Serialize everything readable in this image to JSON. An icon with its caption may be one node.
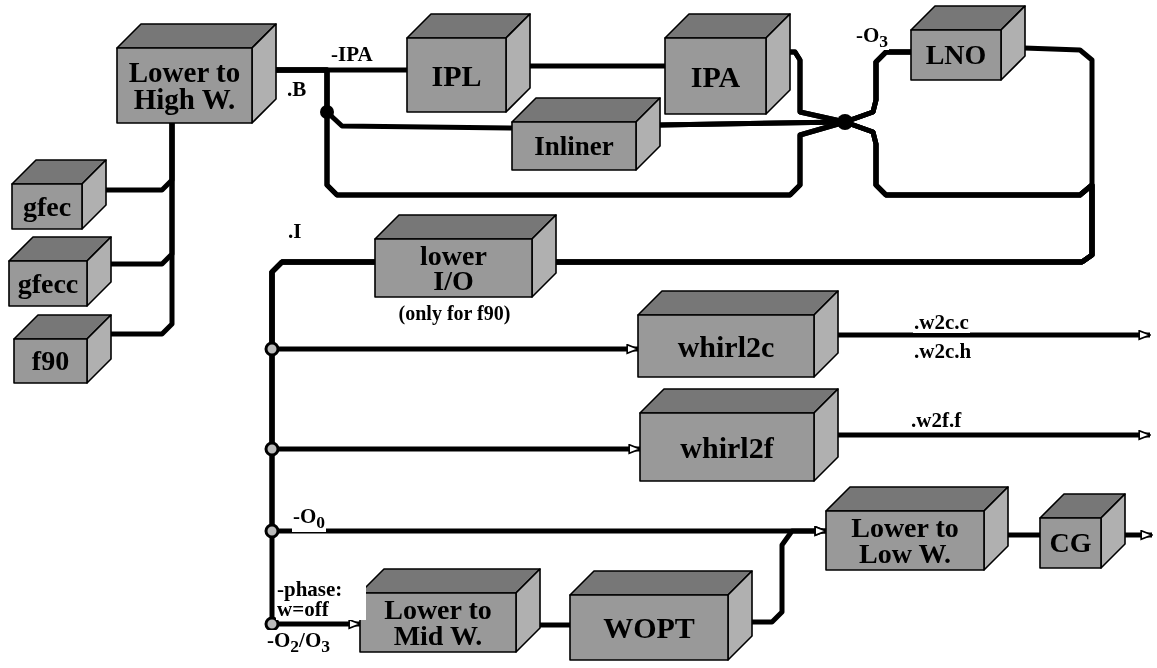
{
  "diagram": {
    "nodes": [
      {
        "text": [
          "Lower to High W."
        ]
      },
      {
        "text": [
          "gfec"
        ]
      },
      {
        "text": [
          "gfecc"
        ]
      },
      {
        "text": [
          "f90"
        ]
      },
      {
        "text": [
          "IPL"
        ]
      },
      {
        "text": [
          "IPA"
        ]
      },
      {
        "text": [
          "Inliner"
        ]
      },
      {
        "text": [
          "LNO"
        ]
      },
      {
        "text": [
          "lower I/O"
        ],
        "beside": [
          "(only for f90)"
        ]
      },
      {
        "text": [
          "whirl2c"
        ]
      },
      {
        "text": [
          "whirl2f"
        ]
      },
      {
        "text": [
          "Lower to Low W."
        ]
      },
      {
        "text": [
          "CG"
        ]
      },
      {
        "text": [
          "Lower to Mid W."
        ]
      },
      {
        "text": [
          "WOPT"
        ]
      }
    ],
    "edges": [
      {
        "from": 1,
        "to": 0,
        "arrow": "none"
      },
      {
        "from": 2,
        "to": 0,
        "arrow": "none"
      },
      {
        "from": 3,
        "to": 0,
        "arrow": "none"
      },
      {
        "from": 0,
        "to": 4,
        "arrow": "none",
        "label": "-IPA"
      },
      {
        "from": 4,
        "to": 5,
        "arrow": "none"
      },
      {
        "from": 0,
        "to": 6,
        "arrow": "none"
      },
      {
        "from": 0,
        "to": 7,
        "arrow": "none"
      },
      {
        "from": 0,
        "to": 8,
        "arrow": "none"
      },
      {
        "from": 5,
        "to": 7,
        "arrow": "none"
      },
      {
        "from": 5,
        "to": 8,
        "arrow": "none"
      },
      {
        "from": 6,
        "to": 7,
        "arrow": "none"
      },
      {
        "from": 6,
        "to": 8,
        "arrow": "none"
      },
      {
        "from": 7,
        "to": 8,
        "arrow": "none"
      },
      {
        "from": 8,
        "to": 9,
        "arrow": "to"
      },
      {
        "from": 8,
        "to": 10,
        "arrow": "to"
      },
      {
        "from": 8,
        "to": 11,
        "arrow": "to",
        "label": "-O$_{0}$"
      },
      {
        "from": 8,
        "to": 13,
        "arrow": "to",
        "label": "-O$_{2}$/O$_{3}$"
      },
      {
        "from": 13,
        "to": 14,
        "arrow": "none"
      },
      {
        "from": 14,
        "to": 11,
        "arrow": "to"
      },
      {
        "from": 11,
        "to": 12,
        "arrow": "none"
      },
      {
        "from": 12,
        "to": null,
        "arrow": "to"
      },
      {
        "from": 9,
        "to": null,
        "arrow": "to",
        "label": ".w2c.c"
      },
      {
        "from": 10,
        "to": null,
        "arrow": "to",
        "label": ".w2f.f"
      }
    ],
    "labels": [
      ".B",
      "-O$_{3}$",
      ".I",
      "-phase: w=off",
      ".w2c.h"
    ]
  }
}
